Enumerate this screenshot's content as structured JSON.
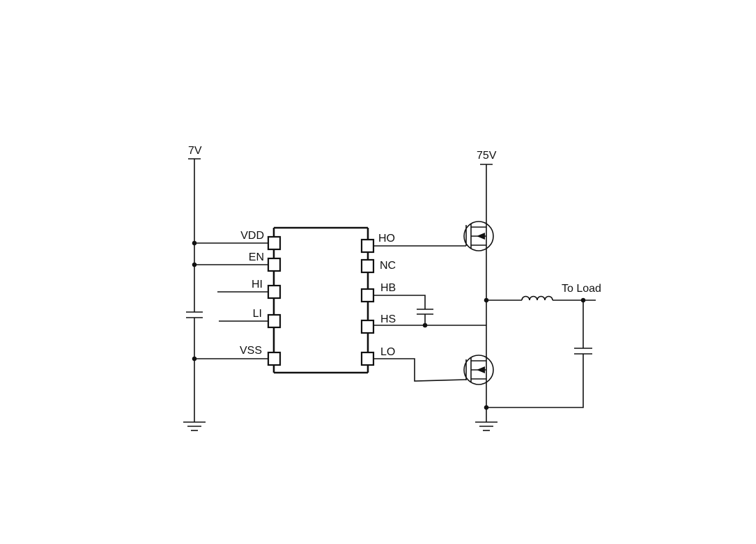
{
  "colors": {
    "line": "#111111",
    "background": "#ffffff"
  },
  "supplies": {
    "logic": "7V",
    "bus": "75V"
  },
  "driver": {
    "left_pins": [
      "VDD",
      "EN",
      "HI",
      "LI",
      "VSS"
    ],
    "right_pins": [
      "HO",
      "NC",
      "HB",
      "HS",
      "LO"
    ]
  },
  "output_label": "To Load",
  "icons": [
    "ground-icon",
    "capacitor-icon",
    "inductor-icon",
    "nmos-icon"
  ]
}
